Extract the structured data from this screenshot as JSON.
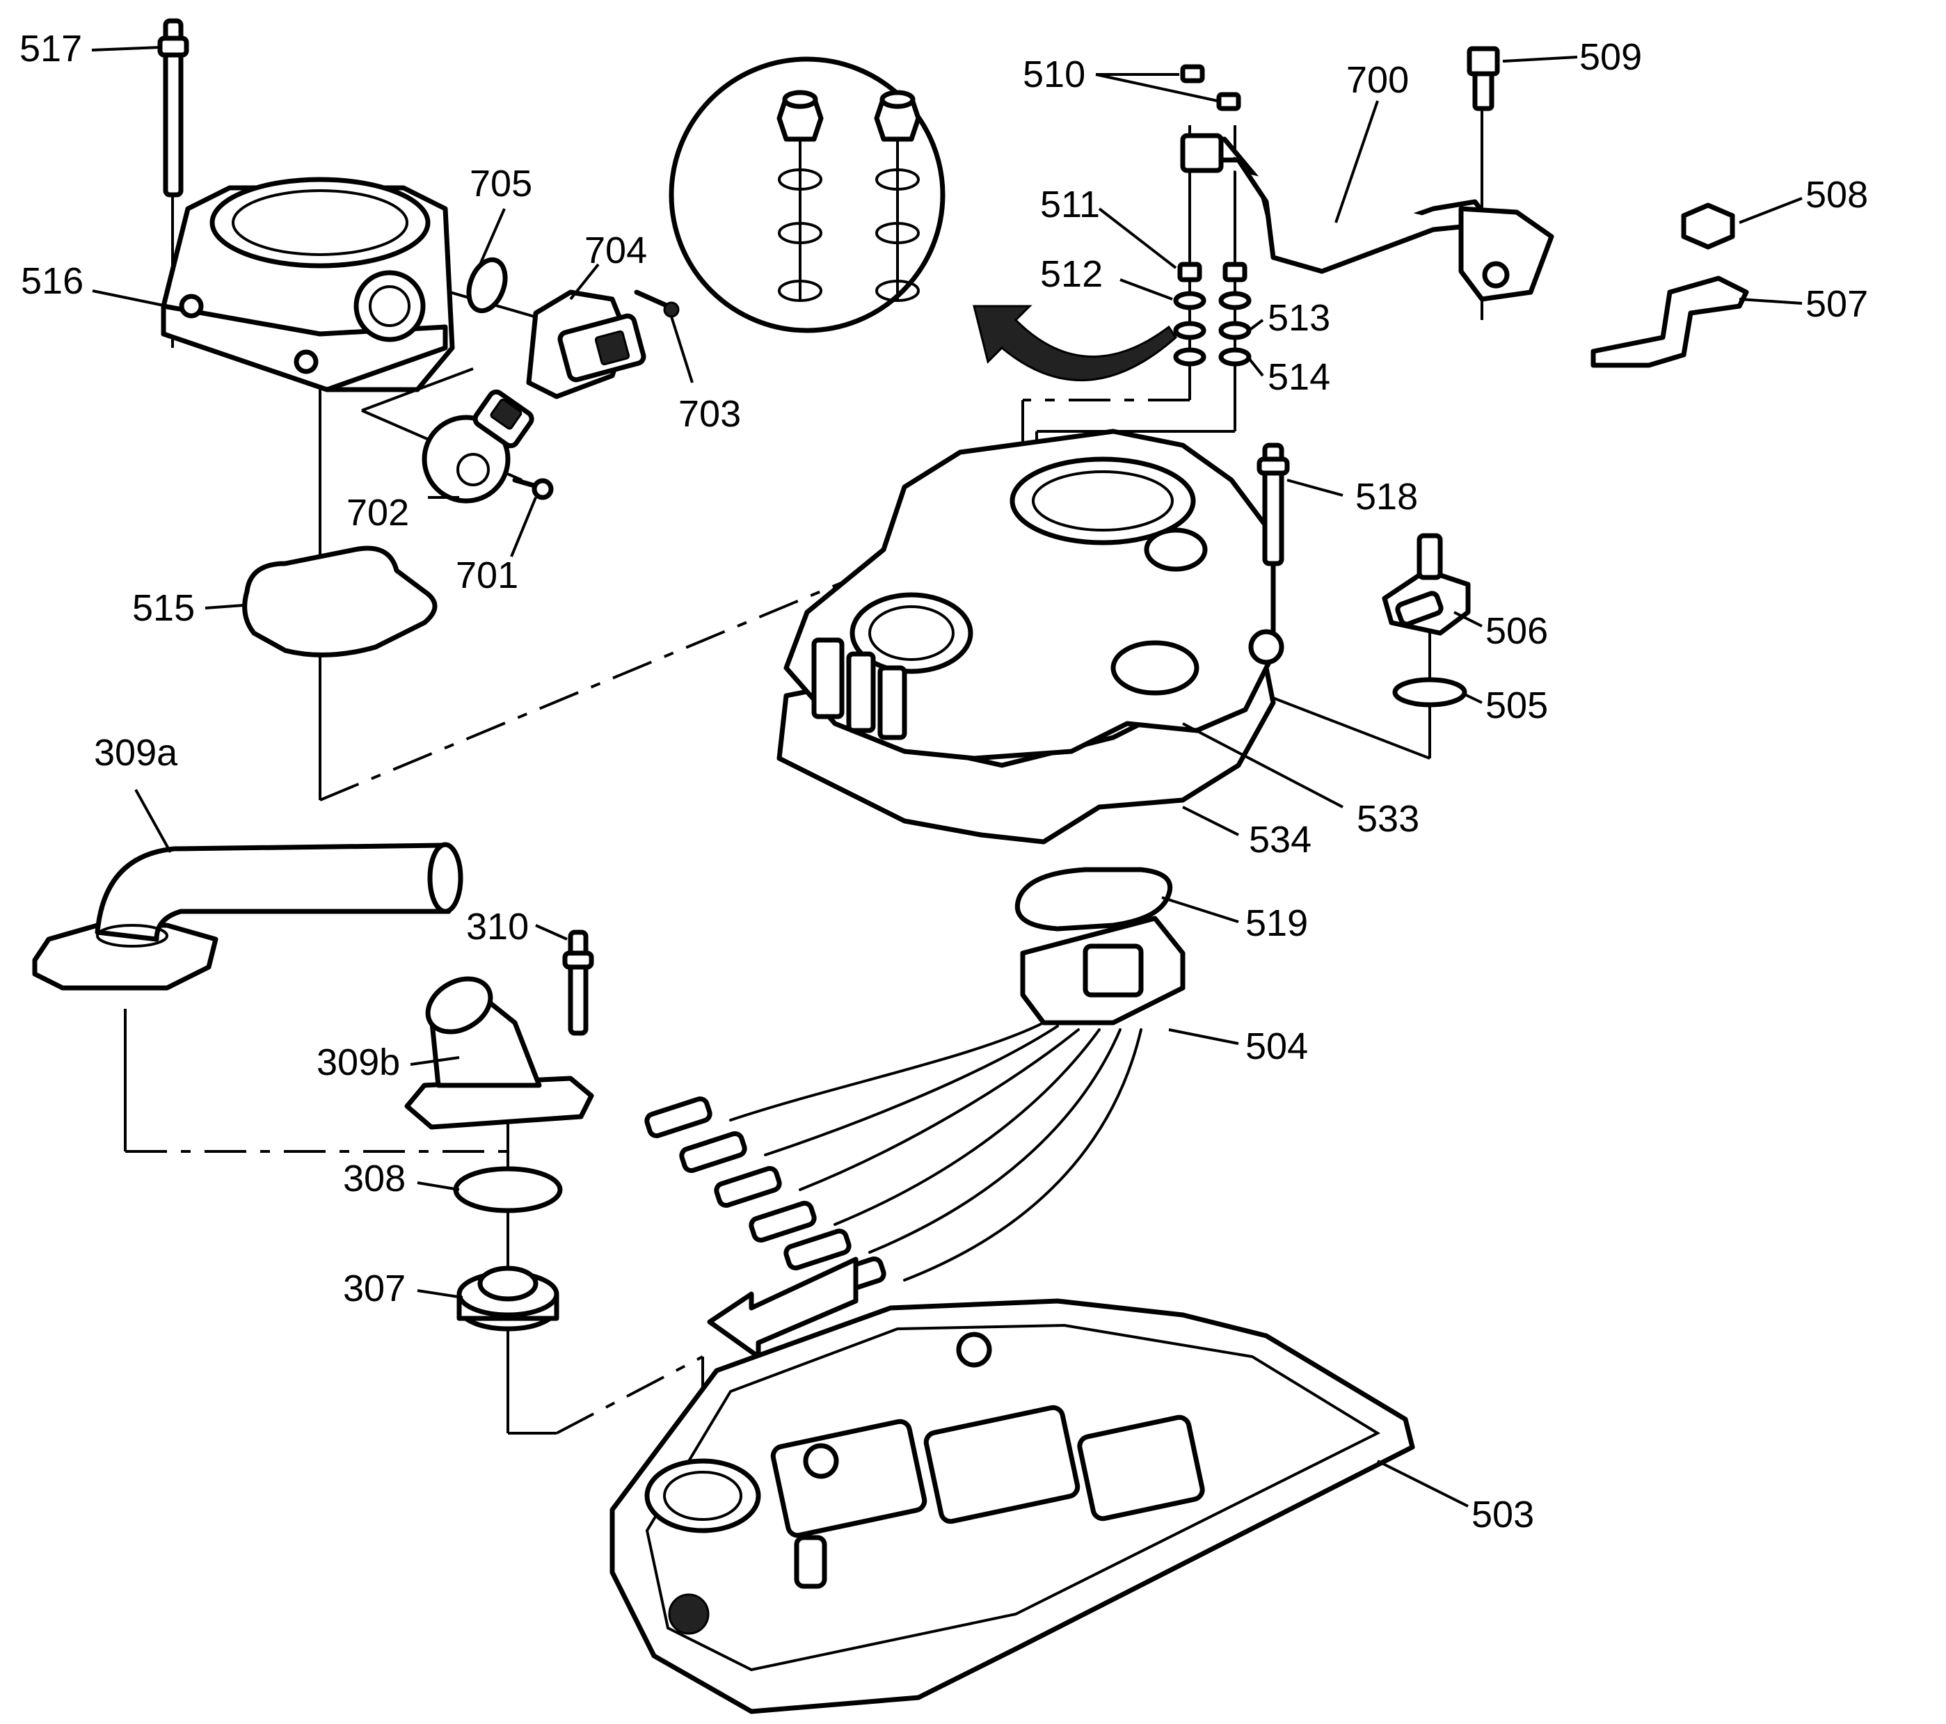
{
  "labels": {
    "l517": "517",
    "l516": "516",
    "l705": "705",
    "l704": "704",
    "l703": "703",
    "l702": "702",
    "l701": "701",
    "l515": "515",
    "l510": "510",
    "l700": "700",
    "l509": "509",
    "l508": "508",
    "l507": "507",
    "l511": "511",
    "l512": "512",
    "l513": "513",
    "l514": "514",
    "l518": "518",
    "l506": "506",
    "l505": "505",
    "l533": "533",
    "l534": "534",
    "l309a": "309a",
    "l310": "310",
    "l309b": "309b",
    "l519": "519",
    "l504": "504",
    "l308": "308",
    "l307": "307",
    "l503": "503"
  }
}
